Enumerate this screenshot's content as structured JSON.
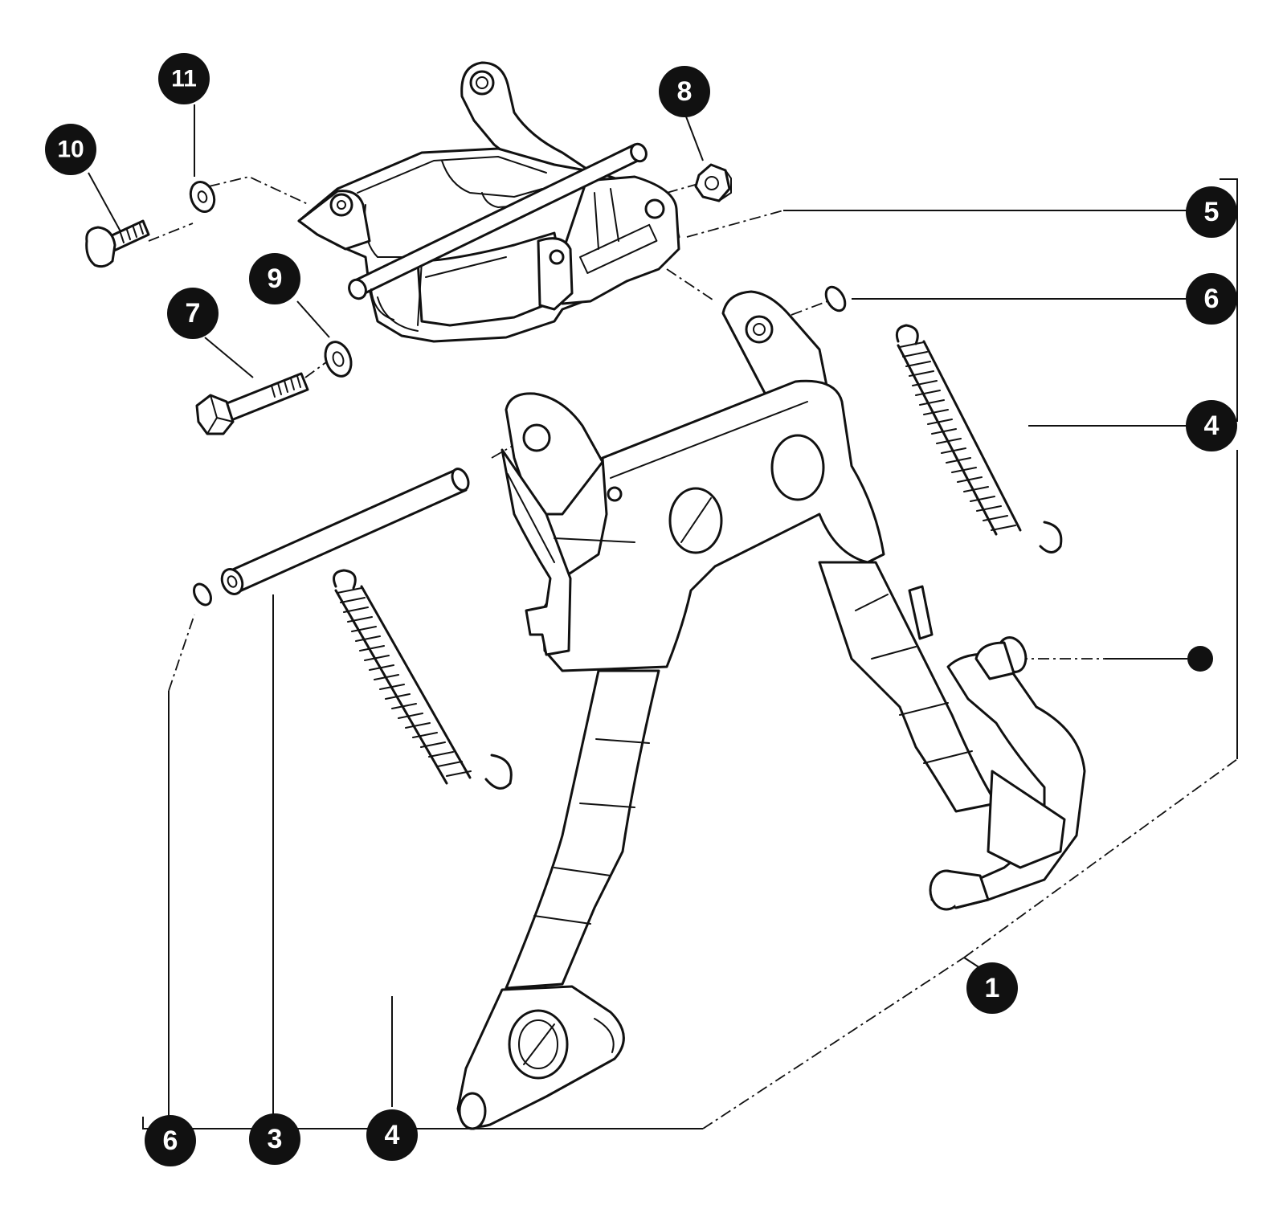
{
  "callouts": [
    {
      "id": "callout-1",
      "label": "1"
    },
    {
      "id": "callout-3",
      "label": "3"
    },
    {
      "id": "callout-4-right",
      "label": "4"
    },
    {
      "id": "callout-4-bottom",
      "label": "4"
    },
    {
      "id": "callout-5",
      "label": "5"
    },
    {
      "id": "callout-6-right",
      "label": "6"
    },
    {
      "id": "callout-6-bottom",
      "label": "6"
    },
    {
      "id": "callout-7",
      "label": "7"
    },
    {
      "id": "callout-8",
      "label": "8"
    },
    {
      "id": "callout-9",
      "label": "9"
    },
    {
      "id": "callout-10",
      "label": "10"
    },
    {
      "id": "callout-11",
      "label": "11"
    }
  ],
  "colors": {
    "ink": "#111111",
    "paper": "#ffffff"
  }
}
